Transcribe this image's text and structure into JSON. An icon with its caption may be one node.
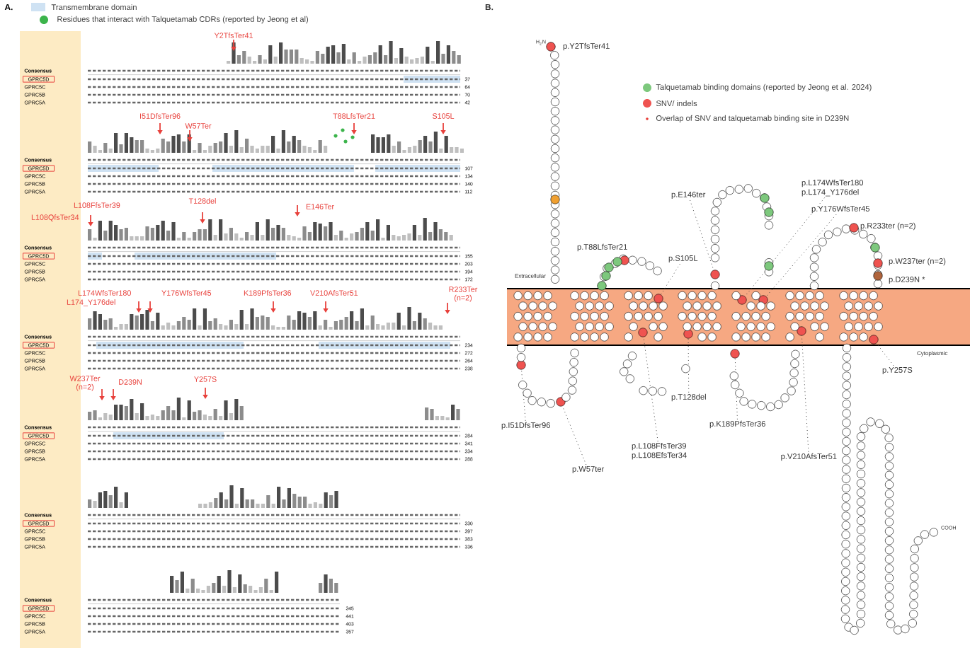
{
  "diagram": {
    "nodes": [
      {
        "text": [
          "p.L174WfsTer180",
          "p.L174_Y176del"
        ]
      },
      {
        "text": [
          "p.E146ter"
        ]
      },
      {
        "text": [
          "p.Y176WfsTer45"
        ]
      },
      {
        "text": [
          "p.S105L"
        ]
      },
      {
        "text": [
          "p.Y257S"
        ]
      },
      {
        "text": [
          "p.T128del"
        ]
      },
      {
        "text": [
          "p.K189PfsTer36"
        ]
      },
      {
        "text": [
          "p.I51DfsTer96"
        ]
      },
      {
        "text": [
          "p.L108FfsTer39",
          "p.L108EfsTer34"
        ]
      },
      {
        "text": [
          "p.V210AfsTer51"
        ]
      },
      {
        "text": [
          "p.W57ter"
        ]
      },
      {
        "text": [],
        "shape": "circle"
      },
      {
        "text": [],
        "shape": "circle"
      },
      {
        "text": [],
        "shape": "circle"
      },
      {
        "text": [],
        "shape": "circle"
      },
      {
        "text": [],
        "shape": "circle"
      },
      {
        "text": [],
        "shape": "circle"
      },
      {
        "text": [],
        "shape": "circle"
      },
      {
        "text": [],
        "shape": "circle"
      },
      {
        "text": [],
        "shape": "circle"
      },
      {
        "text": [],
        "shape": "circle"
      },
      {
        "text": [],
        "shape": "circle"
      }
    ],
    "edges": [
      {
        "from": 0,
        "to": 18,
        "arrow": "none"
      },
      {
        "from": 1,
        "to": 16,
        "arrow": "none"
      },
      {
        "from": 2,
        "to": 19,
        "arrow": "none"
      },
      {
        "from": 3,
        "to": 14,
        "arrow": "none"
      },
      {
        "from": 4,
        "to": 21,
        "arrow": "none"
      },
      {
        "from": 5,
        "to": 15,
        "arrow": "none"
      },
      {
        "from": 6,
        "to": 17,
        "arrow": "none"
      },
      {
        "from": 7,
        "to": 11,
        "arrow": "none"
      },
      {
        "from": 8,
        "to": 13,
        "arrow": "none"
      },
      {
        "from": 9,
        "to": 20,
        "arrow": "none"
      },
      {
        "from": 10,
        "to": 12,
        "arrow": "none"
      }
    ],
    "labels": [
      "A.",
      "Y2TfsTer41",
      "Consensus",
      "GPRC5D",
      "37",
      "GPRC5C",
      "64",
      "GPRC5B",
      "70",
      "GPRC5A",
      "42",
      "I51DfsTer96",
      "T88LfsTer21",
      "S105L",
      "W57Ter",
      "Consensus",
      "GPRC5D",
      "107",
      "GPRC5C",
      "134",
      "GPRC5B",
      "140",
      "GPRC5A",
      "112",
      "L108FfsTer39",
      "T128del",
      "E146Ter",
      "L108QfsTer34",
      "Consensus",
      "GPRC5D",
      "155",
      "GPRC5C",
      "203",
      "GPRC5B",
      "194",
      "GPRC5A",
      "172",
      "L174WfsTer180",
      "Y176WfsTer45",
      "K189PfsTer36",
      "V210AfsTer51",
      "R233Ter (n=2)",
      "L174_Y176del",
      "Consensus",
      "GPRC5D",
      "234",
      "GPRC5C",
      "272",
      "GPRC5B",
      "264",
      "GPRC5A",
      "238",
      "W237Ter (n=2)",
      "D239N",
      "Y257S",
      "Consensus",
      "GPRC5D",
      "284",
      "GPRC5C",
      "341",
      "GPRC5B",
      "334",
      "GPRC5A",
      "288",
      "Consensus",
      "GPRC5D",
      "330",
      "GPRC5C",
      "397",
      "GPRC5B",
      "383",
      "GPRC5A",
      "336",
      "Consensus",
      "GPRC5D",
      "345",
      "GPRC5C",
      "441",
      "GPRC5B",
      "403",
      "GPRC5A",
      "357",
      "B.",
      "H$_{2}$N",
      "p.Y2TfsTer41",
      "p.T88LfsTer21",
      "Extracellular",
      "p.R233ter (n=2)",
      "p.W237ter (n=2)",
      "p.D239N *",
      "Cytoplasmic",
      "COOH"
    ],
    "legend": [
      {
        "text": "Transmembrane domain",
        "color": "#cfe2f3"
      },
      {
        "text": "Residues that interact with Talquetamab CDRs (reported by Jeong et al)",
        "color": "#3cb44b"
      },
      {
        "text": "Talquetamab binding domains (reported by Jeong et al. 2024)",
        "color": "#7dc87d"
      },
      {
        "text": "SNV/ indels",
        "color": "#ef5350"
      },
      {
        "text": "Overlap of SNV and talquetamab binding site in D239N"
      }
    ]
  }
}
